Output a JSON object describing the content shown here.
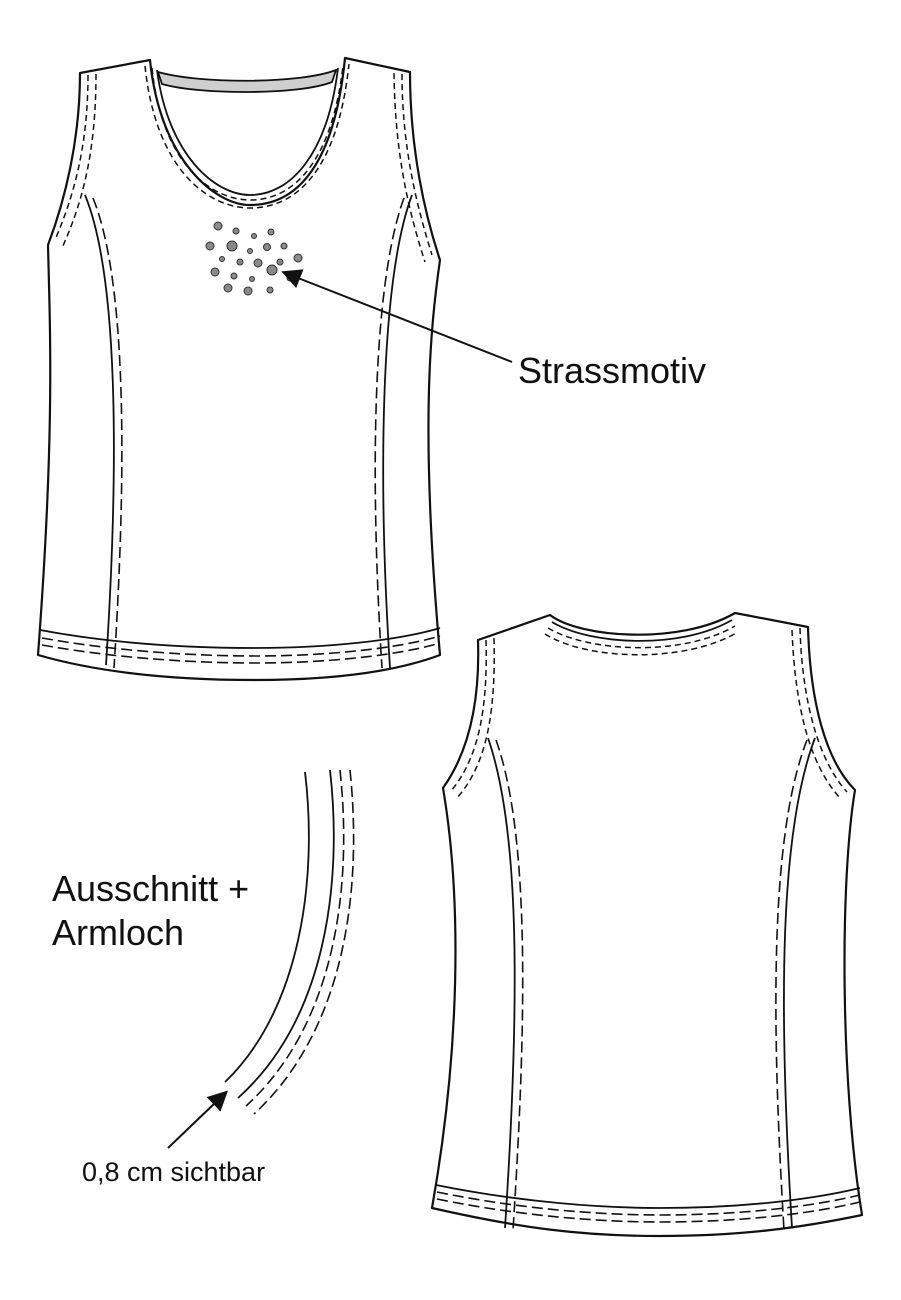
{
  "labels": {
    "strassmotiv": "Strassmotiv",
    "ausschnitt": "Ausschnitt +",
    "armloch": "Armloch",
    "sichtbar": "0,8 cm sichtbar"
  },
  "colors": {
    "line": "#111111",
    "rhinestone": "#8a8a8a",
    "background": "#ffffff"
  }
}
